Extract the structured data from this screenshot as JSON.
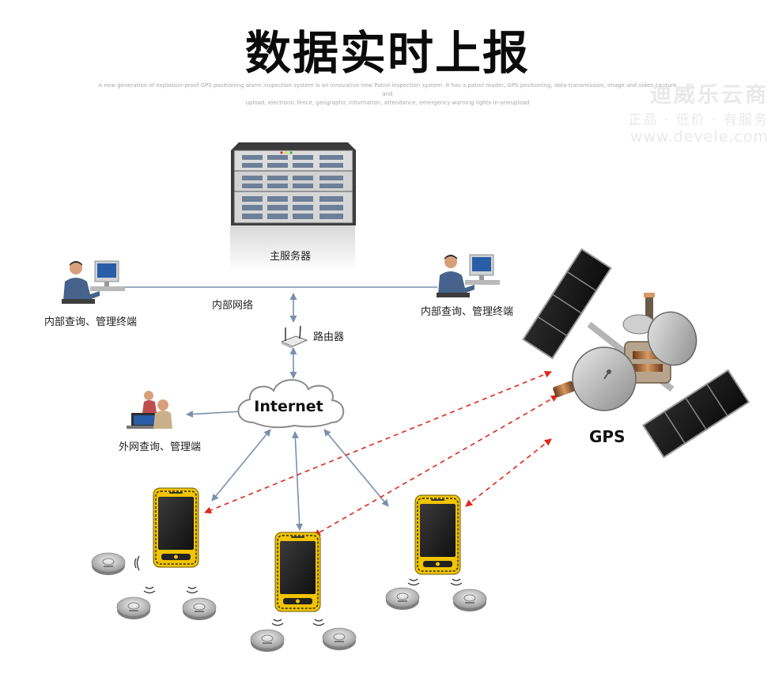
{
  "header": {
    "title": "数据实时上报",
    "subtitle_line1": "A new generation of explosion-proof GPS positioning alarm inspection system is an innovative new Patrol inspection system. It has a patrol reader, GPS positioning, data transmission, image and video capture and",
    "subtitle_line2": "upload, electronic fence, geographic information, attendance, emergency warning lights-in-oneupload"
  },
  "watermark": {
    "brand": "迪威乐云商",
    "slogan": "正品 · 低价 · 有服务",
    "site": "www.devele.com"
  },
  "nodes": {
    "server": "主服务器",
    "intranet": "内部网络",
    "router": "路由器",
    "terminal_left": "内部查询、管理终端",
    "terminal_right": "内部查询、管理终端",
    "internet": "Internet",
    "external": "外网查询、管理端",
    "gps": "GPS"
  },
  "colors": {
    "network_link": "#7a90ad",
    "gps_link": "#e0261c",
    "device_yellow": "#f1c400"
  }
}
